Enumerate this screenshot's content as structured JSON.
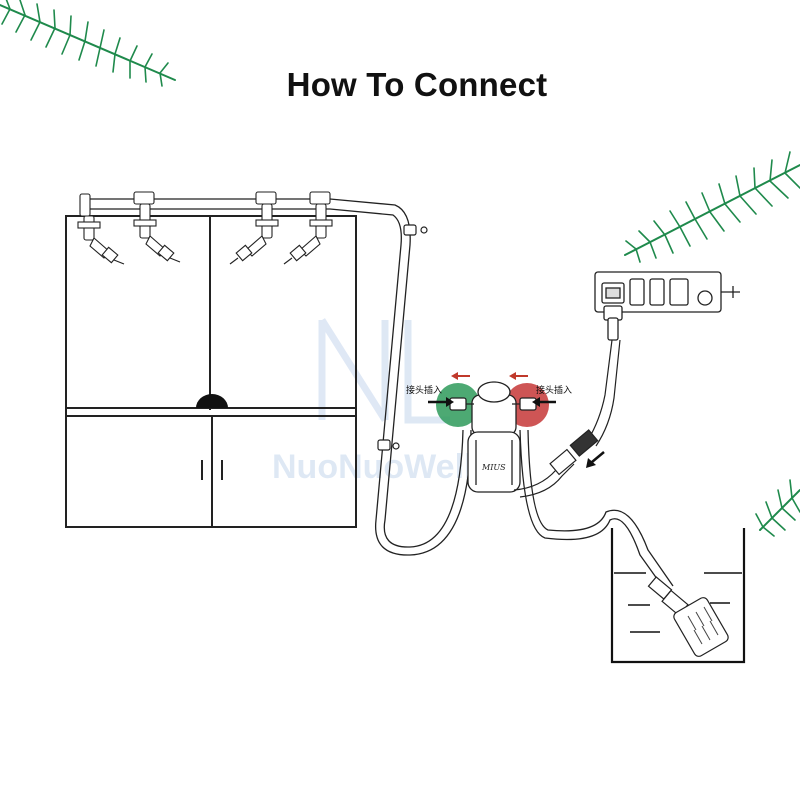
{
  "title": "How To Connect",
  "labels": {
    "inlet_connector": "接头插入",
    "outlet_connector": "接头插入",
    "pump_mark": "MIUS"
  },
  "watermark": {
    "logo": "NL",
    "text": "NuoNuoWell"
  },
  "colors": {
    "inlet_circle": "#2e9a5a",
    "outlet_circle": "#c22a2a",
    "flow_arrow": "#c0392b",
    "pine": "#1f8a4c",
    "line": "#222222",
    "watermark": "#b8cde8"
  },
  "icons": [
    "pine-branch",
    "power-strip",
    "flow-arrow",
    "pump",
    "mist-nozzle",
    "filter"
  ]
}
